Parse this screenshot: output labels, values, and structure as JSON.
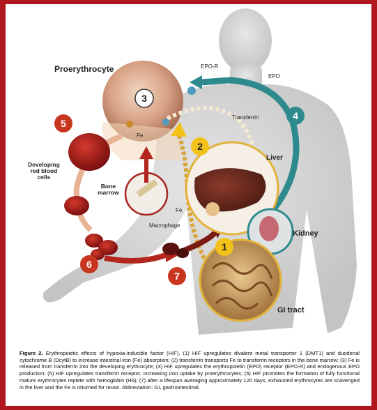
{
  "labels": {
    "proerythrocyte": "Proerythrocyte",
    "epo_r": "EPO-R",
    "epo": "EPO",
    "transferrin": "Transferrin",
    "fe_top": "Fe",
    "developing": "Developing\nred blood\ncells",
    "bone_marrow": "Bone\nmarrow",
    "liver": "Liver",
    "fe_mid": "Fe",
    "macrophage": "Macrophage",
    "kidney": "Kidney",
    "gi_tract": "GI tract"
  },
  "steps": [
    "1",
    "2",
    "3",
    "4",
    "5",
    "6",
    "7"
  ],
  "caption": {
    "title": "Figure 2.",
    "text": "Erythropoietic effects of hypoxia-inducible factor (HIF). (1) HIF upregulates divalent metal transporter 1 (DMT1) and duodenal cytochrome B (DcytB) to increase intestinal iron (Fe) absorption; (2) transferrin transports Fe to transferrin receptors in the bone marrow; (3) Fe is released from transferrin into the developing erythrocyte; (4) HIF upregulates the erythropoietin (EPO) receptor (EPO-R) and endogenous EPO production; (5) HIF upregulates transferrin receptor, increasing iron uptake by proerythrocytes; (6) HIF promotes the formation of fully functional mature erythrocytes replete with hemoglobin (Hb); (7) after a lifespan averaging approximately 120 days, exhausted erythrocytes are scavenged in the liver and the Fe is returned for reuse. Abbreviation: GI, gastrointestinal."
  },
  "colors": {
    "frame": "#b0161e",
    "red_step": "#c8361f",
    "teal_step": "#2f8a8e",
    "yellow_step": "#f2c21a",
    "white_step": "#ffffff"
  }
}
